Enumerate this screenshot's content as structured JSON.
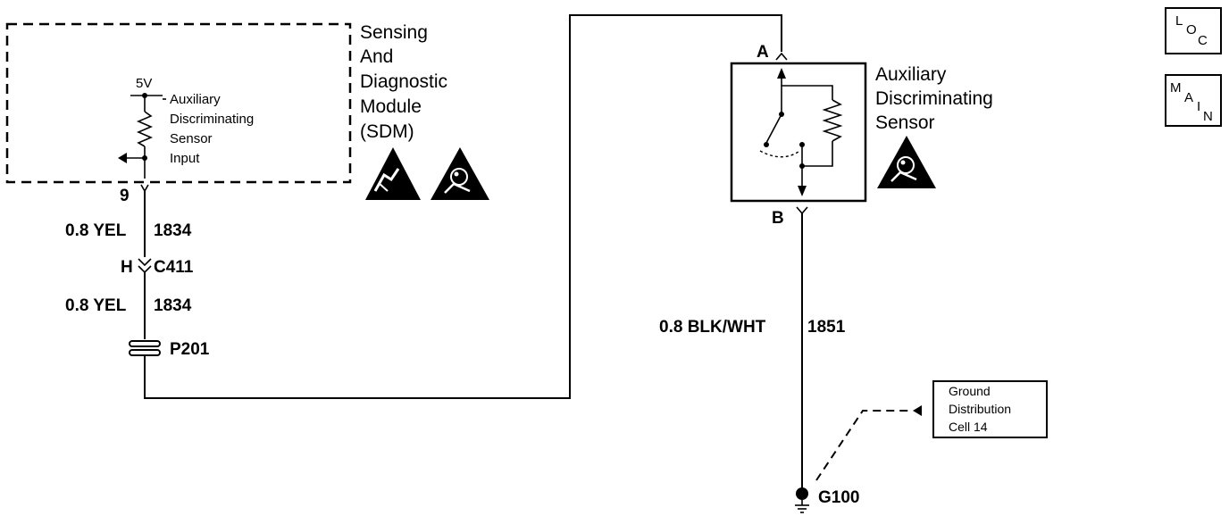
{
  "sdm": {
    "name_lines": [
      "Sensing",
      "And",
      "Diagnostic",
      "Module",
      "(SDM)"
    ],
    "voltage": "5V",
    "input_lines": [
      "Auxiliary",
      "Discriminating",
      "Sensor",
      "Input"
    ],
    "pin": "9"
  },
  "wire_yel_upper": {
    "size_color": "0.8 YEL",
    "circuit": "1834"
  },
  "connector": {
    "pin": "H",
    "name": "C411"
  },
  "wire_yel_lower": {
    "size_color": "0.8 YEL",
    "circuit": "1834"
  },
  "splice": {
    "name": "P201"
  },
  "sensor": {
    "name_lines": [
      "Auxiliary",
      "Discriminating",
      "Sensor"
    ],
    "pin_a": "A",
    "pin_b": "B"
  },
  "wire_ground": {
    "size_color": "0.8 BLK/WHT",
    "circuit": "1851"
  },
  "ground_ref": {
    "lines": [
      "Ground",
      "Distribution",
      "Cell 14"
    ]
  },
  "ground": {
    "name": "G100"
  },
  "nav": {
    "loc": {
      "l": "L",
      "o": "O",
      "c": "C"
    },
    "main": {
      "m": "M",
      "a": "A",
      "i": "I",
      "n": "N"
    }
  },
  "colors": {
    "ink": "#000000",
    "paper": "#ffffff"
  }
}
